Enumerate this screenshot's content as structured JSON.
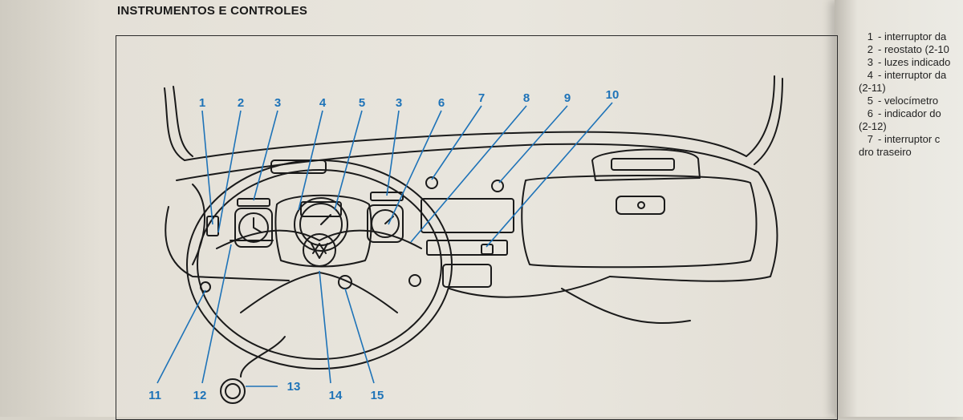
{
  "page": {
    "title": "INSTRUMENTOS E CONTROLES"
  },
  "diagram": {
    "callouts": [
      "1",
      "2",
      "3",
      "4",
      "5",
      "3",
      "6",
      "7",
      "8",
      "9",
      "10",
      "11",
      "12",
      "13",
      "14",
      "15"
    ]
  },
  "legend": {
    "items": [
      {
        "num": "1",
        "text": "- interruptor da",
        "extra": ""
      },
      {
        "num": "2",
        "text": "- reostato (2-10",
        "extra": ""
      },
      {
        "num": "3",
        "text": "- luzes indicado",
        "extra": ""
      },
      {
        "num": "4",
        "text": "- interruptor da",
        "extra": "(2-11)"
      },
      {
        "num": "5",
        "text": "- velocímetro",
        "extra": ""
      },
      {
        "num": "6",
        "text": "- indicador do",
        "extra": "(2-12)"
      },
      {
        "num": "7",
        "text": "- interruptor c",
        "extra": "dro traseiro"
      }
    ]
  },
  "colors": {
    "callout": "#1e73b8",
    "line_art": "#1a1a1a"
  }
}
